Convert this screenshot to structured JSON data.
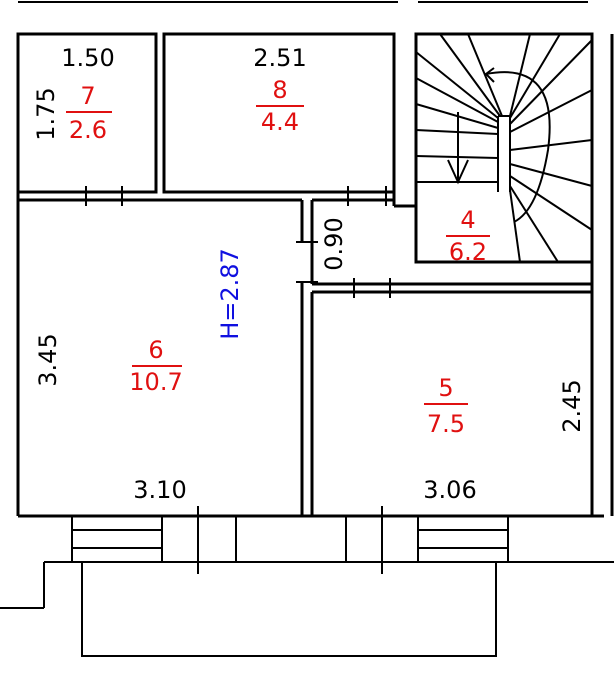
{
  "rooms": {
    "r7": {
      "number": "7",
      "area": "2.6",
      "width": "1.50",
      "depth": "1.75"
    },
    "r8": {
      "number": "8",
      "area": "4.4",
      "width": "2.51"
    },
    "r4": {
      "number": "4",
      "area": "6.2",
      "width": "0.90"
    },
    "r6": {
      "number": "6",
      "area": "10.7",
      "width": "3.10",
      "depth": "3.45"
    },
    "r5": {
      "number": "5",
      "area": "7.5",
      "width": "3.06",
      "depth": "2.45"
    }
  },
  "height_label": "H=2.87",
  "colors": {
    "room_label": "#e01010",
    "height": "#1010e0",
    "line": "#000000"
  }
}
